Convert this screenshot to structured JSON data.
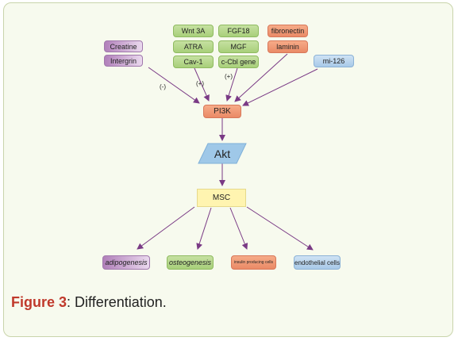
{
  "inputs_left": {
    "creatine": "Creatine",
    "intergrin": "Intergrin"
  },
  "inputs_green_col1": [
    "Wnt 3A",
    "ATRA",
    "Cav-1"
  ],
  "inputs_green_col2": [
    "FGF18",
    "MGF",
    "c-Cbl gene"
  ],
  "inputs_orange": [
    "fibronectin",
    "laminin"
  ],
  "mirna": "mi-126",
  "signs": {
    "minus": "(-)",
    "plus1": "(+)",
    "plus2": "(+)"
  },
  "pi3k": "PI3K",
  "akt": "Akt",
  "msc": "MSC",
  "outcomes": {
    "adipogenesis": "adipogenesis",
    "osteogenesis": "osteogenesis",
    "insulin": "insulin producing cells",
    "endothelial": "endothelial cells"
  },
  "caption": {
    "label": "Figure 3",
    "text": ": Differentiation."
  },
  "colors": {
    "arrow": "#7a3a85",
    "green": "#b5d78c",
    "orange": "#ef9a76",
    "purple": "#b48abf",
    "blue": "#b9d6ef",
    "yellow": "#fff4b0",
    "akt_fill": "#9fc8e8"
  }
}
